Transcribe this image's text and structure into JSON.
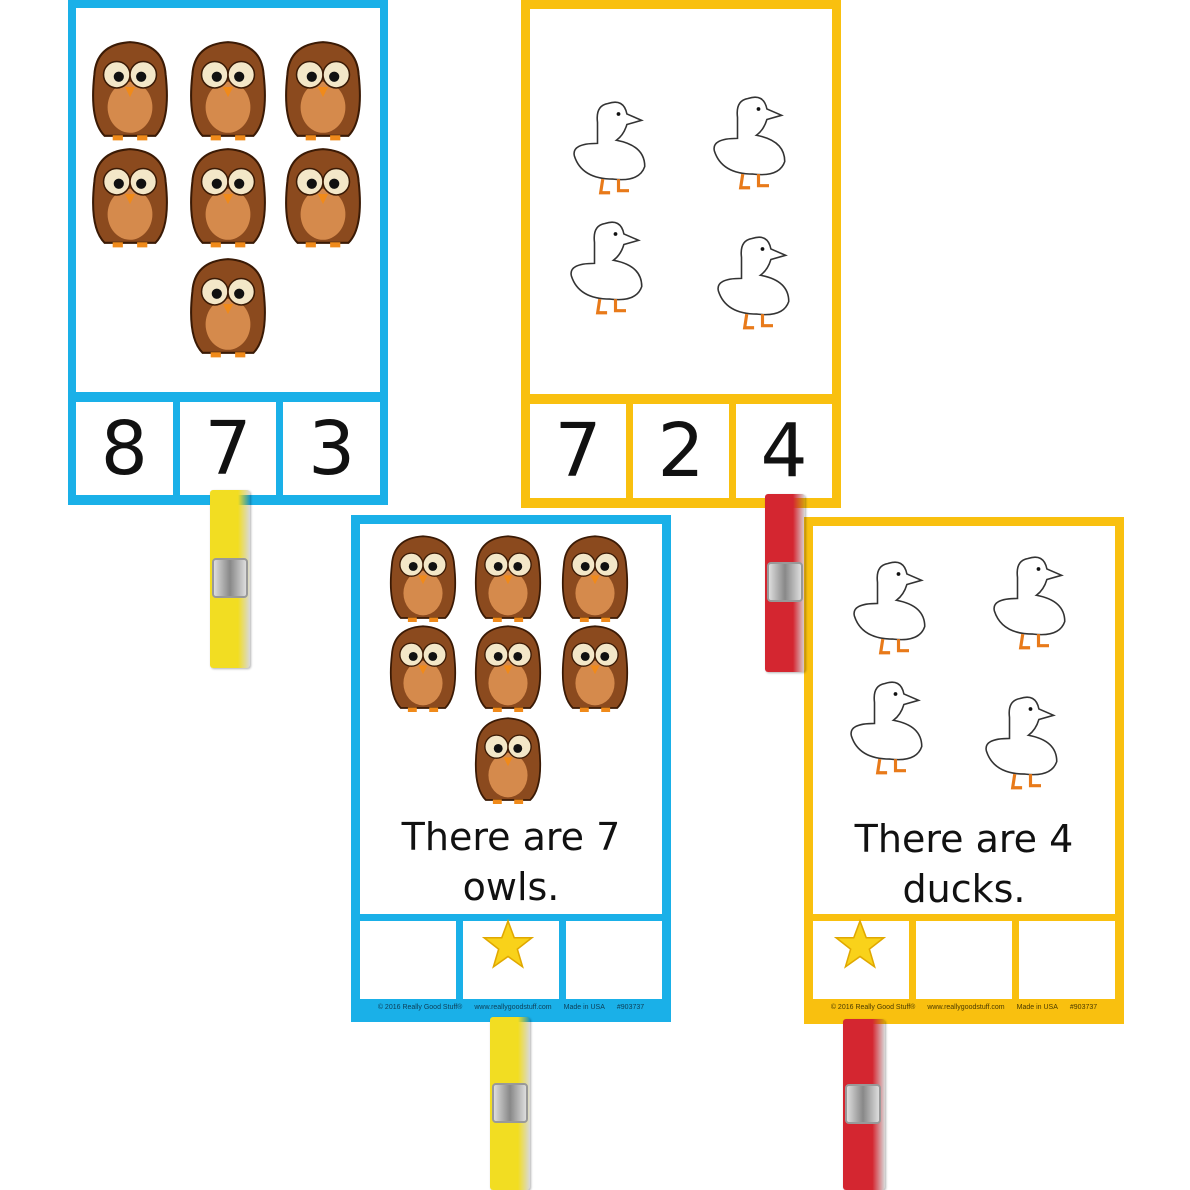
{
  "colors": {
    "blue": "#1ab0e8",
    "yellow": "#f9c00f",
    "pin_yellow": "#f2dd22",
    "pin_red": "#d42630",
    "owl": "#8b4a1e"
  },
  "cards": [
    {
      "theme": "blue",
      "animal": "owl",
      "count": 7,
      "choices": [
        "8",
        "7",
        "3"
      ],
      "clipped": 1
    },
    {
      "theme": "yellow",
      "animal": "duck",
      "count": 4,
      "choices": [
        "7",
        "2",
        "4"
      ],
      "clipped": 2
    },
    {
      "theme": "blue",
      "animal": "owl",
      "count": 7,
      "sentence": [
        "There are 7",
        "owls."
      ],
      "star_position": 1,
      "footer": {
        "copyright": "© 2016 Really Good Stuff®",
        "url": "www.reallygoodstuff.com",
        "made": "Made in USA",
        "sku": "#903737"
      }
    },
    {
      "theme": "yellow",
      "animal": "duck",
      "count": 4,
      "sentence": [
        "There are 4",
        "ducks."
      ],
      "star_position": 0,
      "footer": {
        "copyright": "© 2016 Really Good Stuff®",
        "url": "www.reallygoodstuff.com",
        "made": "Made in USA",
        "sku": "#903737"
      }
    }
  ]
}
